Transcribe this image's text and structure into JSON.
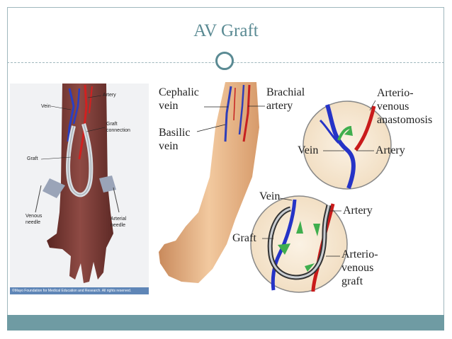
{
  "slide": {
    "title": "AV Graft",
    "accent_color": "#5a8a93",
    "footer_color": "#6f9ba3"
  },
  "left_figure": {
    "labels": {
      "artery": "Artery",
      "vein": "Vein",
      "graft_connection_line1": "Graft",
      "graft_connection_line2": "connection",
      "graft": "Graft",
      "venous_needle_line1": "Venous",
      "venous_needle_line2": "needle",
      "arterial_needle_line1": "Arterial",
      "arterial_needle_line2": "needle"
    },
    "credit": "©Mayo Foundation for Medical Education and Research. All rights reserved."
  },
  "middle_figure": {
    "labels": {
      "cephalic_line1": "Cephalic",
      "cephalic_line2": "vein",
      "brachial_line1": "Brachial",
      "brachial_line2": "artery",
      "basilic_line1": "Basilic",
      "basilic_line2": "vein"
    }
  },
  "right_top_figure": {
    "labels": {
      "av_line1": "Arterio-",
      "av_line2": "venous",
      "av_line3": "anastomosis",
      "vein": "Vein",
      "artery": "Artery"
    }
  },
  "right_bottom_figure": {
    "labels": {
      "vein": "Vein",
      "artery": "Artery",
      "graft": "Graft",
      "av_line1": "Arterio-",
      "av_line2": "venous",
      "av_line3": "graft"
    }
  }
}
